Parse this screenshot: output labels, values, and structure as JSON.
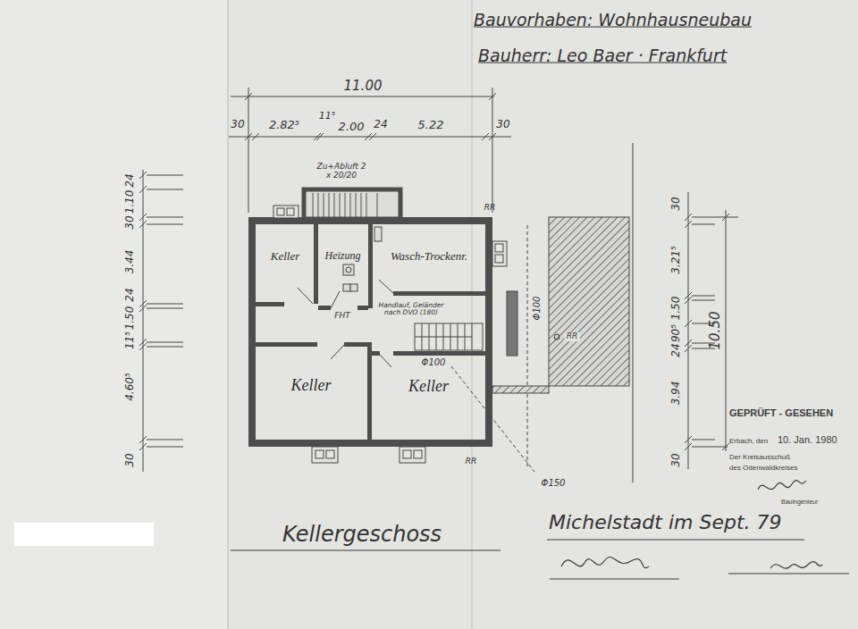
{
  "diagram": {
    "caption": "Kellergeschoss",
    "nodes": [
      {
        "text": [
          "Keller"
        ]
      },
      {
        "text": [
          "Heizung"
        ]
      },
      {
        "text": [
          "Wasch-Trockenr."
        ]
      },
      {
        "text": [
          "Keller"
        ]
      },
      {
        "text": [
          "Keller"
        ]
      }
    ],
    "labels": [
      "Bauvorhaben: Wohnhausneubau",
      "Bauherr: Leo Baer · Frankfurt",
      "11.00",
      "30",
      "2.82⁵",
      "11⁵",
      "2.00",
      "24",
      "5.22",
      "30",
      "Zu+Abluft 2 x 20/20",
      "RR",
      "FHT",
      "Handlauf, Geländer nach DVO (180)",
      "Φ100",
      "RR",
      "Φ100",
      "RR",
      "Φ150",
      "24",
      "1.10",
      "30",
      "3.44",
      "24",
      "1.50",
      "11⁵",
      "4.60⁵",
      "30",
      "30",
      "3.21⁵",
      "1.50",
      "90⁵",
      "24",
      "3.94",
      "30",
      "10.50",
      "GEPRÜFT - GESEHEN",
      "Erbach, den",
      "10. Jan. 1980",
      "Der Kreisausschuß",
      "des Odenwaldkreises",
      "Bauingenieur",
      "Michelstadt im Sept. 79"
    ]
  }
}
